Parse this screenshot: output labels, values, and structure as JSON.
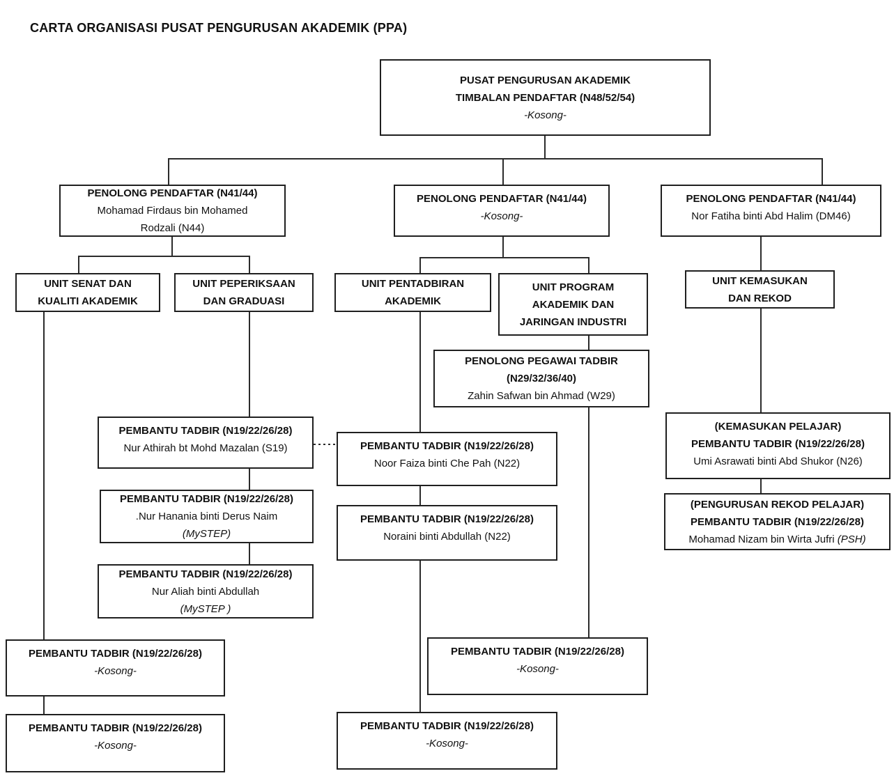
{
  "page_title": "CARTA ORGANISASI PUSAT PENGURUSAN AKADEMIK (PPA)",
  "colors": {
    "box_border": "#1f1f1f",
    "line": "#2b2b2b",
    "background": "#ffffff",
    "text": "#111111"
  },
  "nodes": {
    "root": {
      "line1": "PUSAT PENGURUSAN AKADEMIK",
      "line2": "TIMBALAN PENDAFTAR (N48/52/54)",
      "status": "-Kosong-"
    },
    "pp_left": {
      "title": "PENOLONG PENDAFTAR (N41/44)",
      "name_line1": "Mohamad Firdaus bin Mohamed",
      "name_line2": "Rodzali (N44)"
    },
    "pp_mid": {
      "title": "PENOLONG PENDAFTAR (N41/44)",
      "status": "-Kosong-"
    },
    "pp_right": {
      "title": "PENOLONG PENDAFTAR (N41/44)",
      "name": "Nor Fatiha binti Abd Halim (DM46)"
    },
    "unit_senat": {
      "line1": "UNIT SENAT DAN",
      "line2": "KUALITI AKADEMIK"
    },
    "unit_peperiksaan": {
      "line1": "UNIT PEPERIKSAAN",
      "line2": "DAN GRADUASI"
    },
    "unit_pentadbiran": {
      "line1": "UNIT PENTADBIRAN",
      "line2": "AKADEMIK"
    },
    "unit_program": {
      "line1": "UNIT PROGRAM",
      "line2": "AKADEMIK DAN",
      "line3": "JARINGAN INDUSTRI"
    },
    "unit_kemasukan": {
      "line1": "UNIT KEMASUKAN",
      "line2": "DAN REKOD"
    },
    "ppt": {
      "title1": "PENOLONG PEGAWAI TADBIR",
      "title2": "(N29/32/36/40)",
      "name": "Zahin Safwan bin Ahmad (W29)"
    },
    "pt_athirah": {
      "title": "PEMBANTU TADBIR (N19/22/26/28)",
      "name": "Nur Athirah bt Mohd Mazalan (S19)"
    },
    "pt_faiza": {
      "title": "PEMBANTU TADBIR (N19/22/26/28)",
      "name": "Noor Faiza binti Che Pah (N22)"
    },
    "pt_hanania": {
      "title": "PEMBANTU TADBIR (N19/22/26/28)",
      "name": ".Nur Hanania binti Derus Naim",
      "note": "(MySTEP)"
    },
    "pt_noraini": {
      "title": "PEMBANTU TADBIR (N19/22/26/28)",
      "name": "Noraini binti Abdullah (N22)"
    },
    "pt_aliah": {
      "title": "PEMBANTU TADBIR (N19/22/26/28)",
      "name": "Nur Aliah binti Abdullah",
      "note": "(MySTEP )"
    },
    "kemasukan_pelajar": {
      "role": "(KEMASUKAN PELAJAR)",
      "title": "PEMBANTU TADBIR (N19/22/26/28)",
      "name": "Umi Asrawati binti Abd Shukor (N26)"
    },
    "rekod_pelajar": {
      "role": "(PENGURUSAN REKOD PELAJAR)",
      "title": "PEMBANTU TADBIR (N19/22/26/28)",
      "name": "Mohamad Nizam bin Wirta Jufri",
      "note": "(PSH)"
    },
    "pt_kosong_senat_1": {
      "title": "PEMBANTU TADBIR (N19/22/26/28)",
      "status": "-Kosong-"
    },
    "pt_kosong_senat_2": {
      "title": "PEMBANTU TADBIR (N19/22/26/28)",
      "status": "-Kosong-"
    },
    "pt_kosong_program": {
      "title": "PEMBANTU TADBIR (N19/22/26/28)",
      "status": "-Kosong-"
    },
    "pt_kosong_pentadbiran": {
      "title": "PEMBANTU TADBIR (N19/22/26/28)",
      "status": "-Kosong-"
    }
  }
}
